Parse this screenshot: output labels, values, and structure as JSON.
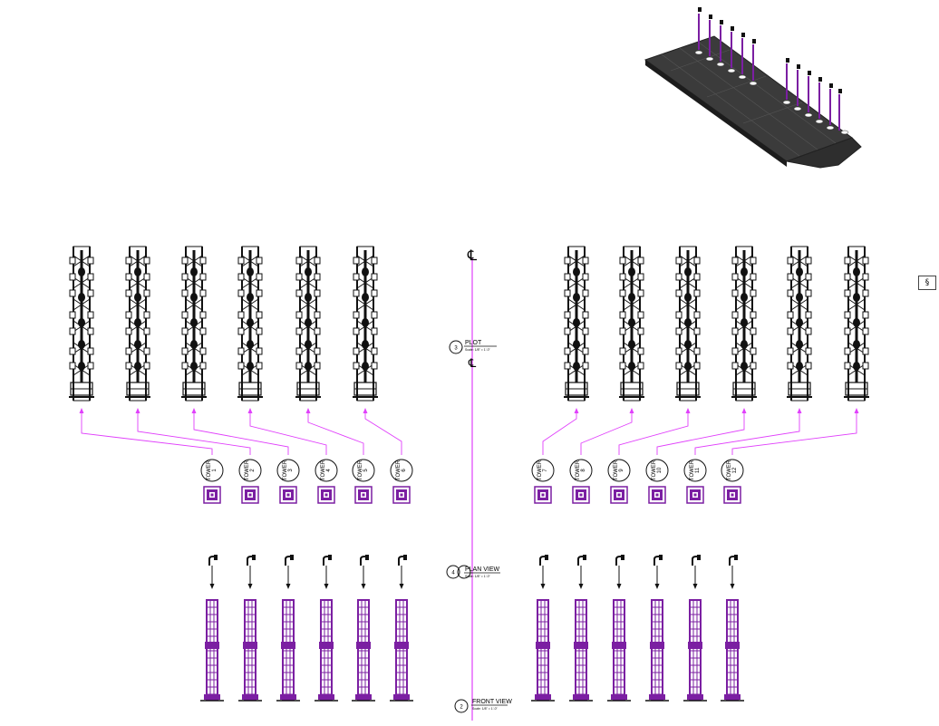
{
  "centerline_symbol": "℄",
  "views": {
    "plot": {
      "number": "3",
      "title": "PLOT",
      "scale": "Scale: 1/8\" = 1'-0\""
    },
    "plan": {
      "number": "4",
      "title": "PLAN VIEW",
      "scale": "Scale: 1/8\" = 1'-0\""
    },
    "front": {
      "number": "2",
      "title": "FRONT VIEW",
      "scale": "Scale: 1/8\" = 1'-0\""
    }
  },
  "tower_prefix": "TOWER",
  "towers": [
    "1",
    "2",
    "3",
    "4",
    "5",
    "6",
    "7",
    "8",
    "9",
    "10",
    "11",
    "12"
  ],
  "side_marker": {
    "icon": "tower-icon",
    "text": "§"
  },
  "colors": {
    "purple": "#7b1fa2",
    "magenta": "#e040fb",
    "linework": "#111111",
    "deck": "#2b2b2b"
  }
}
